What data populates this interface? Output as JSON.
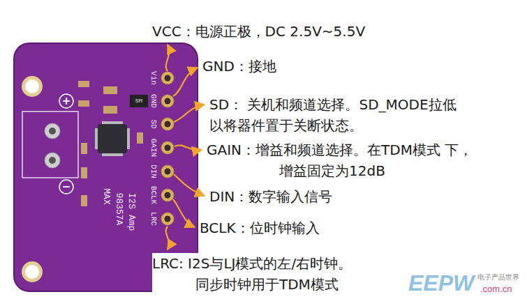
{
  "diagram": {
    "labels": [
      "VCC：电源正极，DC 2.5V~5.5V",
      "GND：接地",
      "SD： 关机和频道选择。SD_MODE拉低 以将器件置于关断状态。",
      "GAIN：增益和频道选择。在TDM模式 下，增益固定为12dB",
      "DIN：数字输入信号",
      "BCLK：位时钟输入",
      "LRC: I2S与LJ模式的左/右时钟。 同步时钟用于TDM模式",
      "Vin",
      "GND",
      "SD",
      "GAIN",
      "DIN",
      "BCLK",
      "LRC",
      "MAX",
      "98357A",
      "I2S Amp",
      "+",
      "−",
      "SR",
      "EEPW",
      ".com.cn",
      "电子产品世界"
    ]
  }
}
